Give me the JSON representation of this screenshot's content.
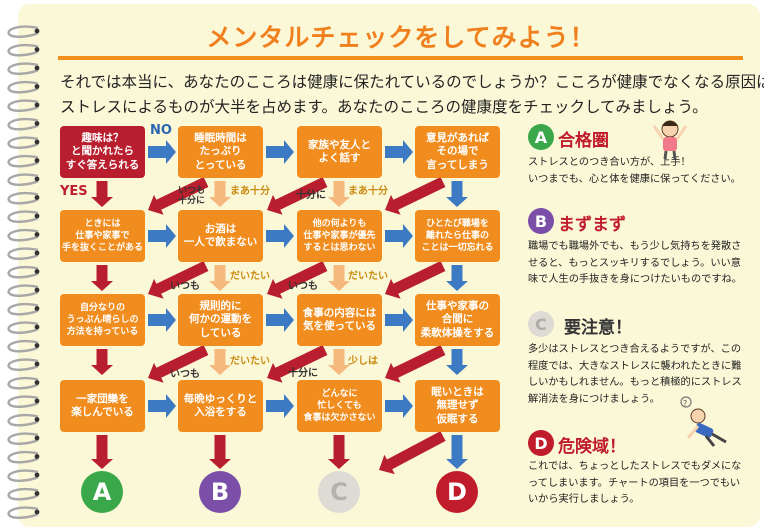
{
  "title": "メンタルチェックをしてみよう！",
  "intro": [
    "それでは本当に、あなたのこころは健康に保たれているのでしょうか？こころが健康でなくなる原因は、",
    "ストレスによるものが大半を占めます。あなたのこころの健康度をチェックしてみましょう。"
  ],
  "flow": {
    "start": [
      "趣味は？",
      "と聞かれたら",
      "すぐ答えられる"
    ],
    "row1": [
      [
        "睡眠時間は",
        "たっぷり",
        "とっている"
      ],
      [
        "家族や友人と",
        "よく話す"
      ],
      [
        "意見があれば",
        "その場で",
        "言ってしまう"
      ]
    ],
    "row2": [
      [
        "ときには",
        "仕事や家事で",
        "手を抜くことがある"
      ],
      [
        "お酒は",
        "一人で飲まない"
      ],
      [
        "他の何よりも",
        "仕事や家事が優先",
        "するとは思わない"
      ],
      [
        "ひとたび職場を",
        "離れたら仕事の",
        "ことは一切忘れる"
      ]
    ],
    "row3": [
      [
        "自分なりの",
        "うっぷん晴らしの",
        "方法を持っている"
      ],
      [
        "規則的に",
        "何かの運動を",
        "している"
      ],
      [
        "食事の内容には",
        "気を使っている"
      ],
      [
        "仕事や家事の",
        "合間に",
        "柔軟体操をする"
      ]
    ],
    "row4": [
      [
        "一家団欒を",
        "楽しんでいる"
      ],
      [
        "毎晩ゆっくりと",
        "入浴をする"
      ],
      [
        "どんなに",
        "忙しくても",
        "食事は欠かさない"
      ],
      [
        "眠いときは",
        "無理せず",
        "仮眠する"
      ]
    ],
    "labels": {
      "no": "NO",
      "yes": "YES",
      "itsumo_juubun": [
        "いつも",
        "十分に"
      ],
      "maa_juubun": "まあ十分",
      "juubun_ni": "十分に",
      "daitai": "だいたい",
      "itsumo": "いつも",
      "shoushou": "少しは"
    },
    "results": [
      "A",
      "B",
      "C",
      "D"
    ]
  },
  "results": [
    {
      "letter": "A",
      "title": "合格圏",
      "color": "#3aa84a",
      "lines": [
        "ストレスとのつき合い方が、上手！",
        "いつまでも、心と体を健康に保ってください。"
      ]
    },
    {
      "letter": "B",
      "title": "まずまず",
      "color": "#7b4fa8",
      "lines": [
        "職場でも職場外でも、もう少し気持ちを発散さ",
        "せると、もっとスッキリするでしょう。いい意",
        "味で人生の手抜きを身につけたいものですね。"
      ]
    },
    {
      "letter": "C",
      "title": "要注意！",
      "color": "#dedad4",
      "lines": [
        "多少はストレスとつき合えるようですが、この",
        "程度では、大きなストレスに襲われたときに難",
        "しいかもしれません。もっと積極的にストレス",
        "解消法を身につけましょう。"
      ]
    },
    {
      "letter": "D",
      "title": "危険域！",
      "color": "#c01c2b",
      "lines": [
        "これでは、ちょっとしたストレスでもダメにな",
        "ってしまいます。チャートの項目を一つでもい",
        "いから実行しましょう。"
      ]
    }
  ],
  "colors": {
    "orange": "#f18d1f",
    "red": "#b81e2d",
    "blue": "#3d7ac4",
    "peach": "#f6b97d"
  }
}
